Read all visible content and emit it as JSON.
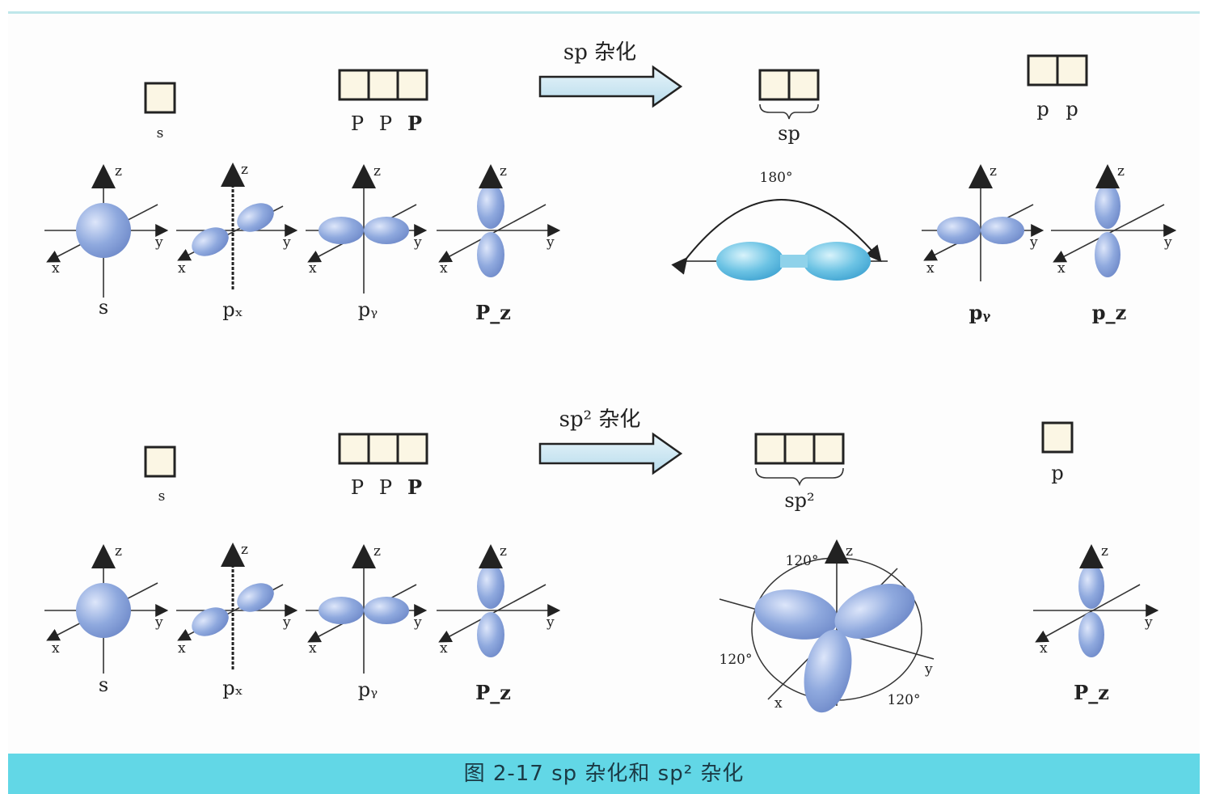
{
  "caption": "图 2-17  sp 杂化和 sp² 杂化",
  "top_row": {
    "s_label": "s",
    "p_labels": [
      "P",
      "P",
      "P"
    ],
    "arrow_label": "sp 杂化",
    "hybrid_label": "sp",
    "remaining_p_labels": [
      "p",
      "p"
    ],
    "angle_label": "180°",
    "orbitals": [
      "s",
      "pₓ",
      "pᵧ",
      "P_z"
    ],
    "remaining_orbitals": [
      "pᵧ",
      "p_z"
    ]
  },
  "bottom_row": {
    "s_label": "s",
    "p_labels": [
      "P",
      "P",
      "P"
    ],
    "arrow_label": "sp² 杂化",
    "hybrid_label": "sp²",
    "remaining_p_label": "p",
    "angles": [
      "120°",
      "120°",
      "120°"
    ],
    "orbitals": [
      "s",
      "pₓ",
      "pᵧ",
      "P_z"
    ],
    "remaining_orbital": "P_z"
  },
  "axis_labels": {
    "x": "x",
    "y": "y",
    "z": "z"
  },
  "colors": {
    "orbital": "#8fa9de",
    "hybrid": "#55b6dc",
    "caption_bar": "#62d7e6"
  }
}
